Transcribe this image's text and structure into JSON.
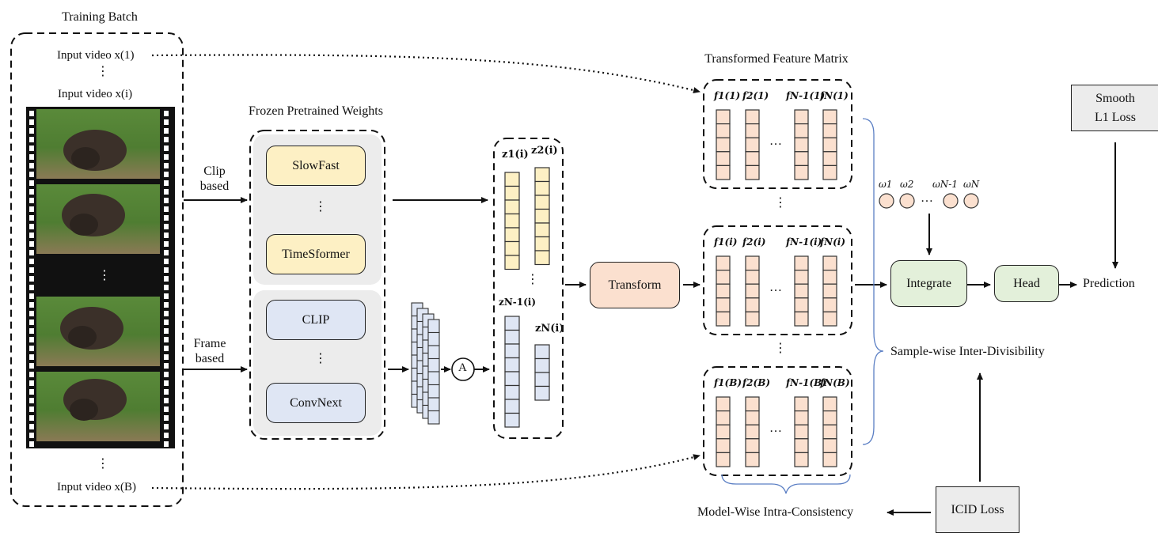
{
  "training_batch": {
    "title": "Training Batch",
    "input_first": "Input video x(1)",
    "input_i": "Input video x(i)",
    "input_last": "Input video x(B)"
  },
  "branches": {
    "clip_label": "Clip based",
    "frame_label": "Frame based"
  },
  "frozen": {
    "title": "Frozen Pretrained Weights",
    "clip_models": [
      "SlowFast",
      "TimeSformer"
    ],
    "frame_models": [
      "CLIP",
      "ConvNext"
    ]
  },
  "aggregate_symbol": "A",
  "z_labels": [
    "z1(i)",
    "z2(i)",
    "zN-1(i)",
    "zN(i)"
  ],
  "transform_label": "Transform",
  "feature_matrix": {
    "title": "Transformed Feature Matrix",
    "rows": [
      {
        "sup": "(1)",
        "labels": [
          "f1(1)",
          "f2(1)",
          "fN-1(1)",
          "fN(1)"
        ]
      },
      {
        "sup": "(i)",
        "labels": [
          "f1(i)",
          "f2(i)",
          "fN-1(i)",
          "fN(i)"
        ]
      },
      {
        "sup": "(B)",
        "labels": [
          "f1(B)",
          "f2(B)",
          "fN-1(B)",
          "fN(B)"
        ]
      }
    ]
  },
  "weights": [
    "ω1",
    "ω2",
    "ωN-1",
    "ωN"
  ],
  "integrate_label": "Integrate",
  "head_label": "Head",
  "prediction_label": "Prediction",
  "smooth_loss": "Smooth L1 Loss",
  "icid_loss": "ICID Loss",
  "sample_wise": "Sample-wise Inter-Divisibility",
  "model_wise": "Model-Wise Intra-Consistency",
  "colors": {
    "yellow": "#fdf0c4",
    "blue": "#dfe6f4",
    "peach": "#fbe0cf",
    "green": "#e3f0da",
    "panel": "#ececec",
    "brace": "#5b7fc4"
  }
}
